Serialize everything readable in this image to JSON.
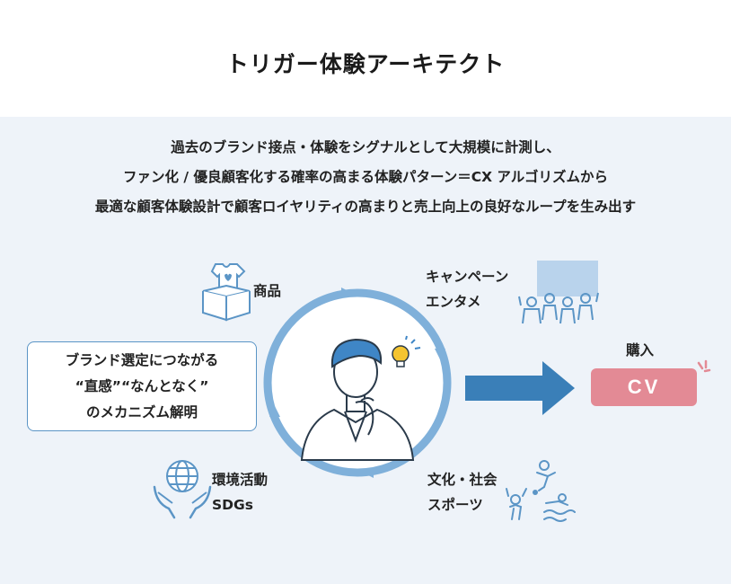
{
  "title": "トリガー体験アーキテクト",
  "description": {
    "line1": "過去のブランド接点・体験をシグナルとして大規模に計測し、",
    "line2": "ファン化 / 優良顧客化する確率の高まる体験パターン＝CX アルゴリズムから",
    "line3": "最適な顧客体験設計で顧客ロイヤリティの高まりと売上向上の良好なループを生み出す"
  },
  "nodes": {
    "product": "商品",
    "campaign_line1": "キャンペーン",
    "campaign_line2": "エンタメ",
    "environment_line1": "環境活動",
    "environment_line2": "SDGs",
    "culture_line1": "文化・社会",
    "culture_line2": "スポーツ"
  },
  "callout": {
    "line1": "ブランド選定につながる",
    "line2": "“直感”“なんとなく”",
    "line3": "のメカニズム解明"
  },
  "outcome": {
    "label": "購入",
    "value": "CV"
  },
  "colors": {
    "accent_blue": "#5b95c6",
    "arrow_blue": "#3a7fb8",
    "cycle_blue": "#7fb0da",
    "cv_pink": "#e38a95",
    "panel_bg": "#eef3f9"
  }
}
